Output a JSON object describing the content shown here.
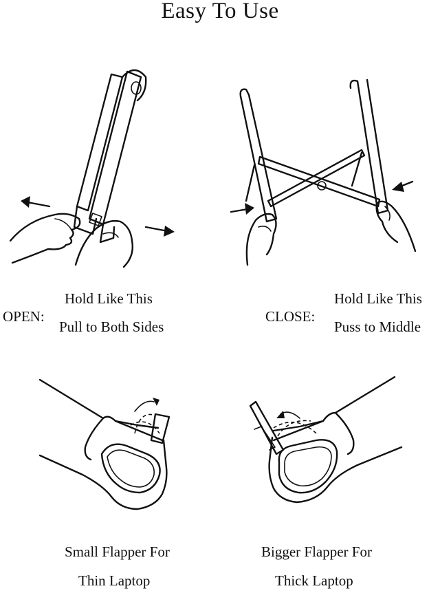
{
  "title": "Easy To Use",
  "open": {
    "label": "OPEN:",
    "line1": "Hold Like This",
    "line2": "Pull to Both Sides"
  },
  "close": {
    "label": "CLOSE:",
    "line1": "Hold Like This",
    "line2": "Puss to Middle"
  },
  "small_flapper": {
    "line1": "Small Flapper For",
    "line2": "Thin Laptop"
  },
  "bigger_flapper": {
    "line1": "Bigger Flapper For",
    "line2": "Thick Laptop"
  }
}
